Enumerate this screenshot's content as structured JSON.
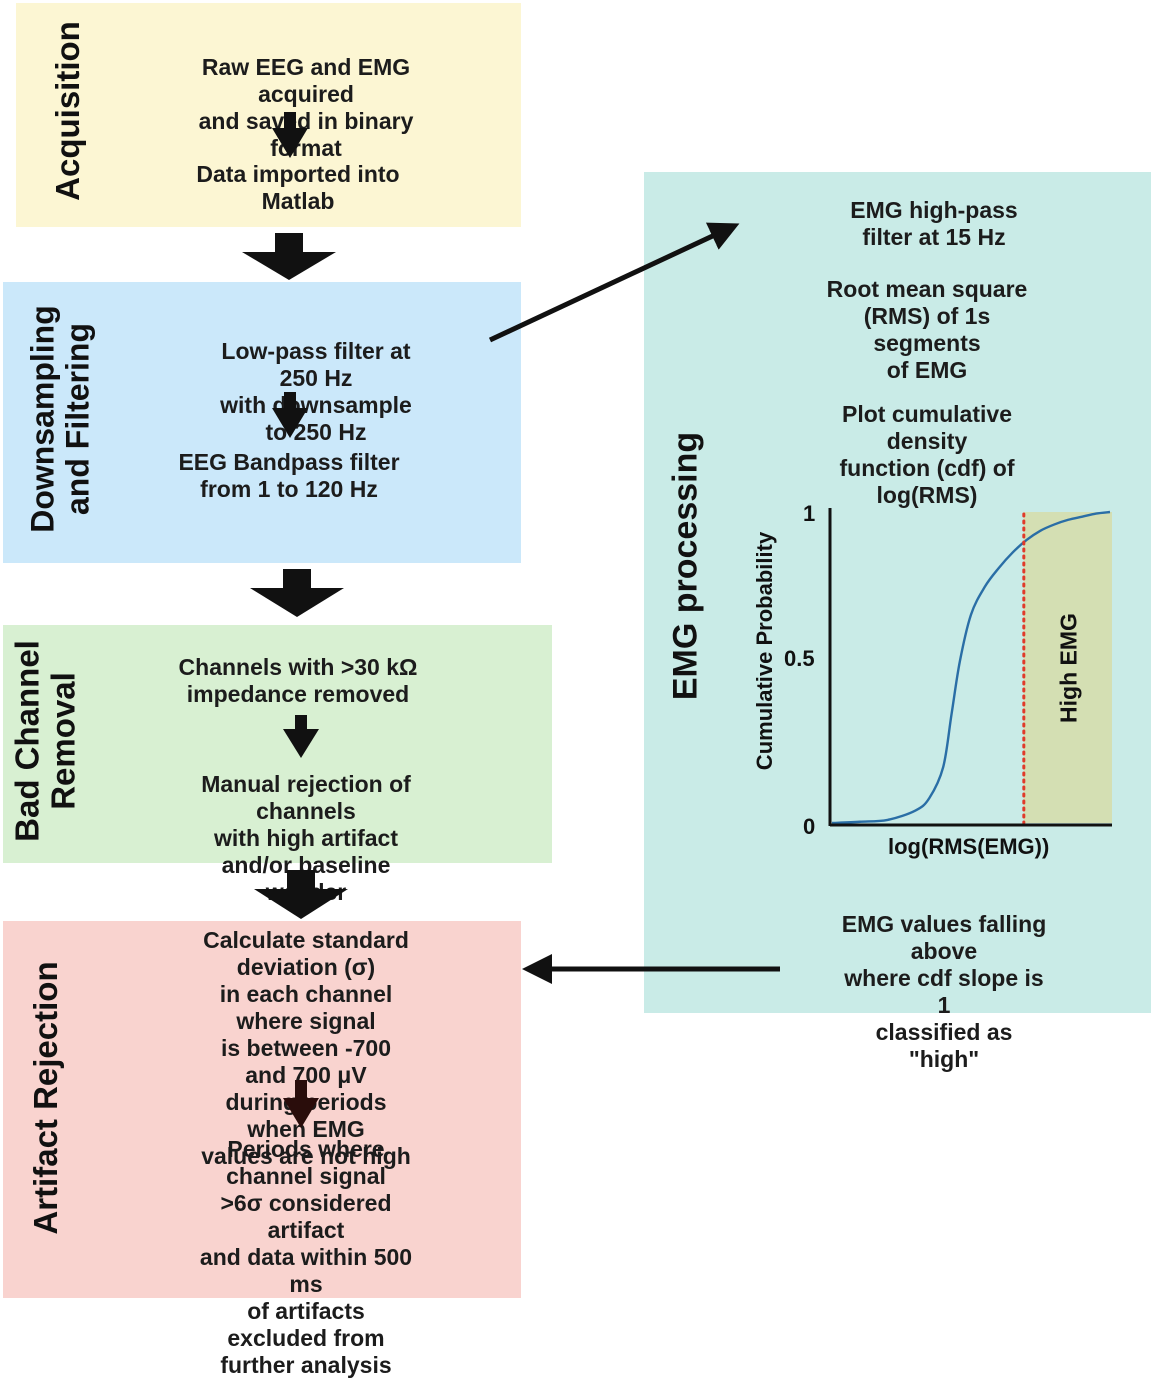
{
  "colors": {
    "acquisition": "#fcf6d3",
    "filtering": "#cbe8fa",
    "bad_channel": "#d8f0d2",
    "artifact": "#f9d3cf",
    "emg": "#c9ebe7",
    "high_emg_region": "#d4dfb3",
    "curve": "#2a6ea6",
    "threshold": "#e03a2a"
  },
  "acquisition": {
    "title": "Acquisition",
    "step1": "Raw EEG and EMG acquired\nand saved in binary format",
    "step2": "Data imported into Matlab"
  },
  "filtering": {
    "title": "Downsampling\nand Filtering",
    "step1": "Low-pass filter at 250 Hz\nwith downsample to 250 Hz",
    "step2": "EEG Bandpass filter\nfrom 1 to 120 Hz"
  },
  "bad_channel": {
    "title": "Bad Channel\nRemoval",
    "step1": "Channels with >30 kΩ\nimpedance removed",
    "step2": "Manual rejection of channels\nwith high artifact and/or baseline\nwander"
  },
  "artifact": {
    "title": "Artifact Rejection",
    "step1": "Calculate standard deviation (σ)\nin each channel where signal\nis between -700 and 700 μV\nduring periods when EMG\nvalues are not high",
    "step2": "Periods where channel signal\n>6σ considered artifact\nand data within 500 ms\nof artifacts excluded from\nfurther analysis"
  },
  "emg": {
    "title": "EMG processing",
    "step1": "EMG high-pass filter at 15 Hz",
    "step2": "Root mean square\n(RMS) of 1s segments\nof EMG",
    "step3": "Plot cumulative density\nfunction (cdf) of log(RMS)",
    "step4": "EMG values falling above\nwhere cdf slope is 1\nclassified as \"high\""
  },
  "chart_data": {
    "type": "line",
    "xlabel": "log(RMS(EMG))",
    "ylabel": "Cumulative Probability",
    "y_ticks": [
      "0",
      "0.5",
      "1"
    ],
    "ylim": [
      0,
      1
    ],
    "series": [
      {
        "x": [
          0,
          0.1,
          0.2,
          0.3,
          0.35,
          0.4,
          0.43,
          0.46,
          0.5,
          0.55,
          0.6,
          0.65,
          0.7,
          0.75,
          0.8,
          0.85,
          0.9,
          0.95,
          1.0
        ],
        "values": [
          0,
          0.004,
          0.01,
          0.04,
          0.08,
          0.18,
          0.35,
          0.52,
          0.67,
          0.76,
          0.82,
          0.87,
          0.91,
          0.94,
          0.96,
          0.975,
          0.985,
          0.995,
          1.0
        ]
      }
    ],
    "threshold_x": 0.69,
    "region_label": "High EMG"
  }
}
